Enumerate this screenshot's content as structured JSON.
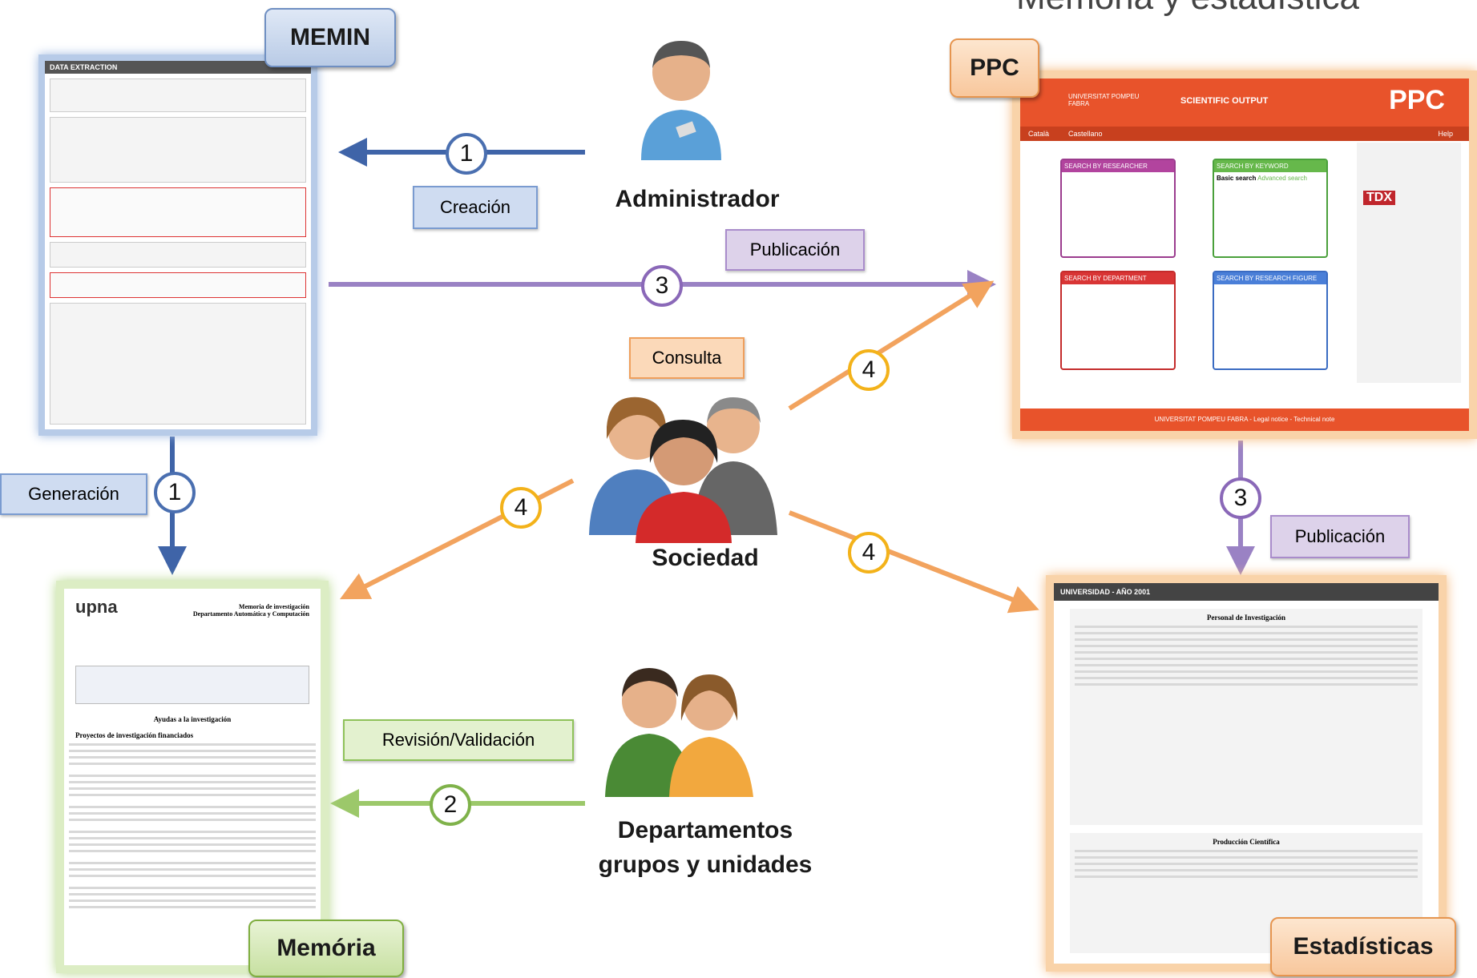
{
  "title": "Memòria y estadística",
  "headers": {
    "memin": "MEMIN",
    "ppc": "PPC",
    "memoria": "Memória",
    "estadisticas": "Estadísticas"
  },
  "actors": {
    "administrador": "Administrador",
    "sociedad": "Sociedad",
    "departamentos_line1": "Departamentos",
    "departamentos_line2": "grupos y unidades"
  },
  "labels": {
    "creacion": "Creación",
    "publicacion_top": "Publicación",
    "publicacion_right": "Publicación",
    "consulta": "Consulta",
    "generacion": "Generación",
    "revision": "Revisión/Validación"
  },
  "step_numbers": {
    "admin_to_memin": "1",
    "memin_to_ppc": "3",
    "sociedad_to_ppc": "4",
    "memin_down": "1",
    "sociedad_to_memoria": "4",
    "sociedad_to_estadisticas": "4",
    "ppc_down": "3",
    "dept_to_memoria": "2"
  },
  "ppc_screen": {
    "university": "UNIVERSITAT POMPEU FABRA",
    "header_title": "SCIENTIFIC OUTPUT",
    "logo": "PPC",
    "nav_left": "Català",
    "nav_left2": "Castellano",
    "nav_help": "Help",
    "card1": "SEARCH BY RESEARCHER",
    "card2": "SEARCH BY KEYWORD",
    "card3": "SEARCH BY DEPARTMENT",
    "card4": "SEARCH BY RESEARCH FIGURE",
    "basic_search": "Basic search",
    "advanced_search": "Advanced search",
    "footer": "UNIVERSITAT POMPEU FABRA - Legal notice - Technical note",
    "side_tdx": "TDX"
  },
  "memin_screen": {
    "header": "DATA EXTRACTION"
  },
  "memoria_screen": {
    "logo": "upna",
    "heading1": "Memoria de investigación",
    "heading2": "Departamento Automática y Computación",
    "section": "Ayudas a la investigación",
    "subsection": "Proyectos de investigación financiados"
  },
  "estadisticas_screen": {
    "header": "UNIVERSIDAD - AÑO 2001",
    "section1": "Personal de Investigación",
    "section2": "Producción Científica"
  },
  "colors": {
    "blue_arrow": "#3f64a8",
    "purple_arrow": "#9a82c4",
    "orange_arrow": "#f2a35e",
    "green_arrow": "#9cc86a"
  }
}
